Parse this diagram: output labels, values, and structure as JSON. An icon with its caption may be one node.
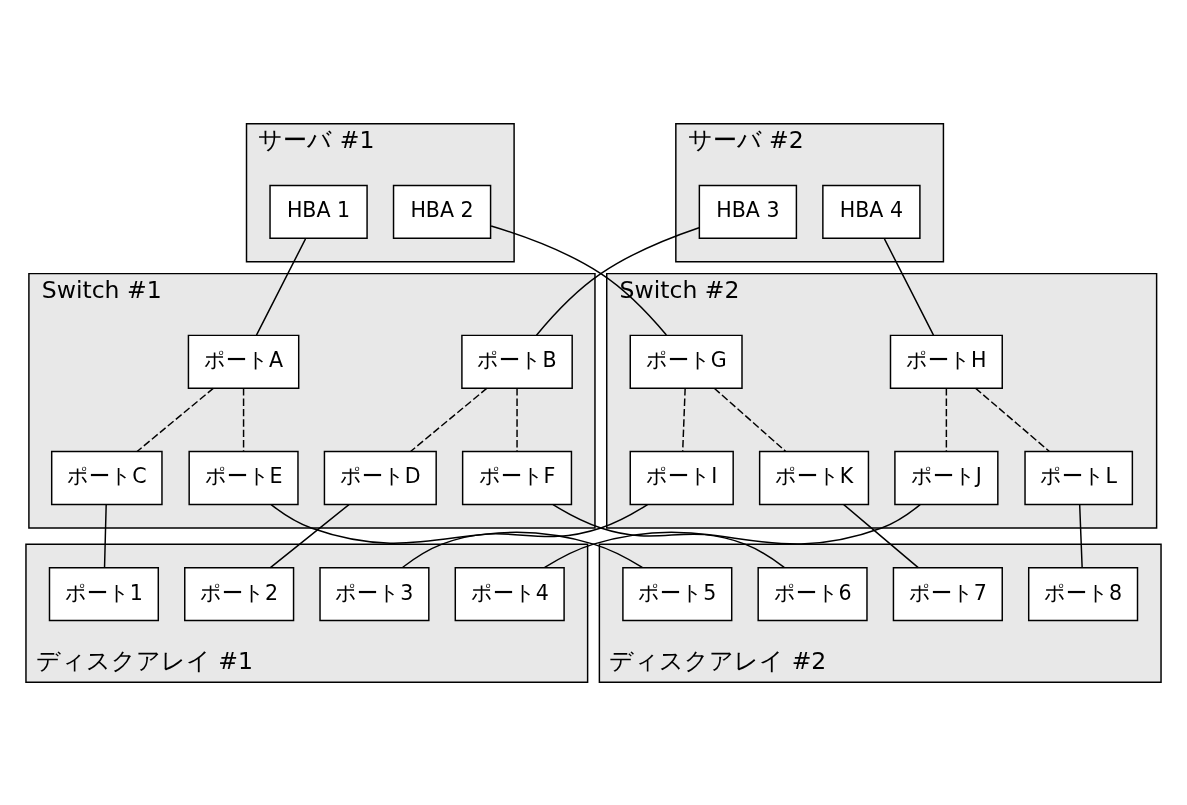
{
  "diagram": {
    "nodes": [
      {
        "text": [
          "サーバ #1"
        ]
      },
      {
        "text": [
          "HBA 1"
        ],
        "in": 0
      },
      {
        "text": [
          "HBA 2"
        ],
        "in": 0
      },
      {
        "text": [
          "サーバ #2"
        ]
      },
      {
        "text": [
          "HBA 3"
        ],
        "in": 3
      },
      {
        "text": [
          "HBA 4"
        ],
        "in": 3
      },
      {
        "text": [
          "Switch #1"
        ]
      },
      {
        "text": [
          "ポートA"
        ],
        "in": 6
      },
      {
        "text": [
          "ポートB"
        ],
        "in": 6
      },
      {
        "text": [
          "ポートC"
        ],
        "in": 6
      },
      {
        "text": [
          "ポートD"
        ],
        "in": 6
      },
      {
        "text": [
          "ポートE"
        ],
        "in": 6
      },
      {
        "text": [
          "ポートF"
        ],
        "in": 6
      },
      {
        "text": [
          "Switch #2"
        ]
      },
      {
        "text": [
          "ポートG"
        ],
        "in": 13
      },
      {
        "text": [
          "ポートH"
        ],
        "in": 13
      },
      {
        "text": [
          "ポートI"
        ],
        "in": 13
      },
      {
        "text": [
          "ポートJ"
        ],
        "in": 13
      },
      {
        "text": [
          "ポートK"
        ],
        "in": 13
      },
      {
        "text": [
          "ポートL"
        ],
        "in": 13
      },
      {
        "text": [
          "ディスクアレイ #1"
        ]
      },
      {
        "text": [
          "ポート1"
        ],
        "in": 20
      },
      {
        "text": [
          "ポート2"
        ],
        "in": 20
      },
      {
        "text": [
          "ポート3"
        ],
        "in": 20
      },
      {
        "text": [
          "ポート4"
        ],
        "in": 20
      },
      {
        "text": [
          "ディスクアレイ #2"
        ]
      },
      {
        "text": [
          "ポート5"
        ],
        "in": 25
      },
      {
        "text": [
          "ポート6"
        ],
        "in": 25
      },
      {
        "text": [
          "ポート7"
        ],
        "in": 25
      },
      {
        "text": [
          "ポート8"
        ],
        "in": 25
      }
    ],
    "edges": [
      {
        "from": 1,
        "to": 7,
        "arrow": "none"
      },
      {
        "from": 2,
        "to": 14,
        "arrow": "none"
      },
      {
        "from": 4,
        "to": 8,
        "arrow": "none"
      },
      {
        "from": 5,
        "to": 15,
        "arrow": "none"
      },
      {
        "from": 7,
        "to": 9,
        "arrow": "none",
        "style": "dashed"
      },
      {
        "from": 7,
        "to": 11,
        "arrow": "none",
        "style": "dashed"
      },
      {
        "from": 8,
        "to": 10,
        "arrow": "none",
        "style": "dashed"
      },
      {
        "from": 8,
        "to": 12,
        "arrow": "none",
        "style": "dashed"
      },
      {
        "from": 14,
        "to": 16,
        "arrow": "none",
        "style": "dashed"
      },
      {
        "from": 14,
        "to": 18,
        "arrow": "none",
        "style": "dashed"
      },
      {
        "from": 15,
        "to": 17,
        "arrow": "none",
        "style": "dashed"
      },
      {
        "from": 15,
        "to": 19,
        "arrow": "none",
        "style": "dashed"
      },
      {
        "from": 9,
        "to": 21,
        "arrow": "none"
      },
      {
        "from": 10,
        "to": 22,
        "arrow": "none"
      },
      {
        "from": 11,
        "to": 26,
        "arrow": "none"
      },
      {
        "from": 12,
        "to": 27,
        "arrow": "none"
      },
      {
        "from": 16,
        "to": 23,
        "arrow": "none"
      },
      {
        "from": 17,
        "to": 24,
        "arrow": "none"
      },
      {
        "from": 18,
        "to": 28,
        "arrow": "none"
      },
      {
        "from": 19,
        "to": 29,
        "arrow": "none"
      }
    ]
  }
}
